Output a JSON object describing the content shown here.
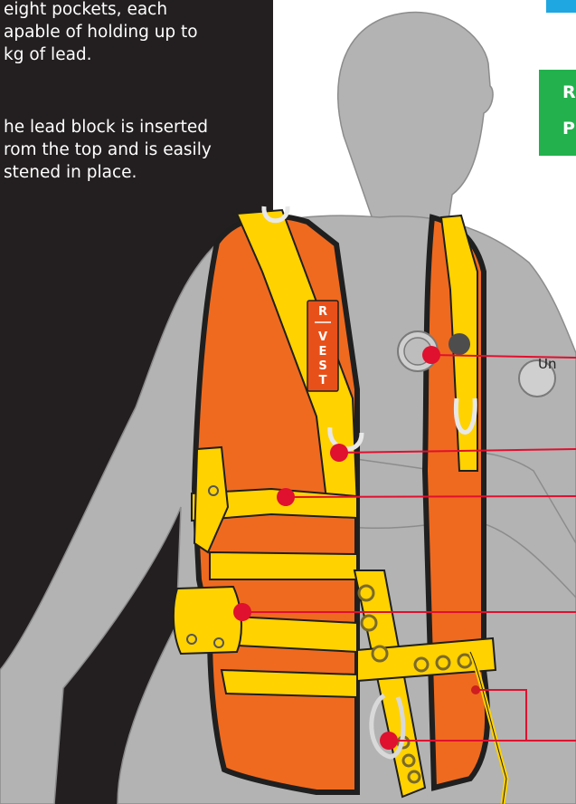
{
  "description": {
    "paragraph1": "eight pockets, each\napable of holding up to\nkg of lead.",
    "paragraph2": "he lead block is inserted\nrom the top and is easily\nstened in place."
  },
  "labels": {
    "right_partial": "Un",
    "green_partial_1": "R",
    "green_partial_2": "P"
  },
  "vest_logo": {
    "letters": [
      "R",
      "V",
      "E",
      "S",
      "T"
    ]
  },
  "callout_points": [
    {
      "name": "valve-callout"
    },
    {
      "name": "d-ring-callout"
    },
    {
      "name": "pocket-callout"
    },
    {
      "name": "weight-pocket-callout"
    },
    {
      "name": "lanyard-callout"
    }
  ],
  "colors": {
    "panel": "#231f20",
    "vest_orange": "#ef6a1f",
    "vest_yellow": "#ffd200",
    "outline": "#2a2a2a",
    "figure": "#b3b3b3",
    "callout": "#e0102f",
    "blue_badge": "#1ea7e0",
    "green_badge": "#23b14d"
  }
}
